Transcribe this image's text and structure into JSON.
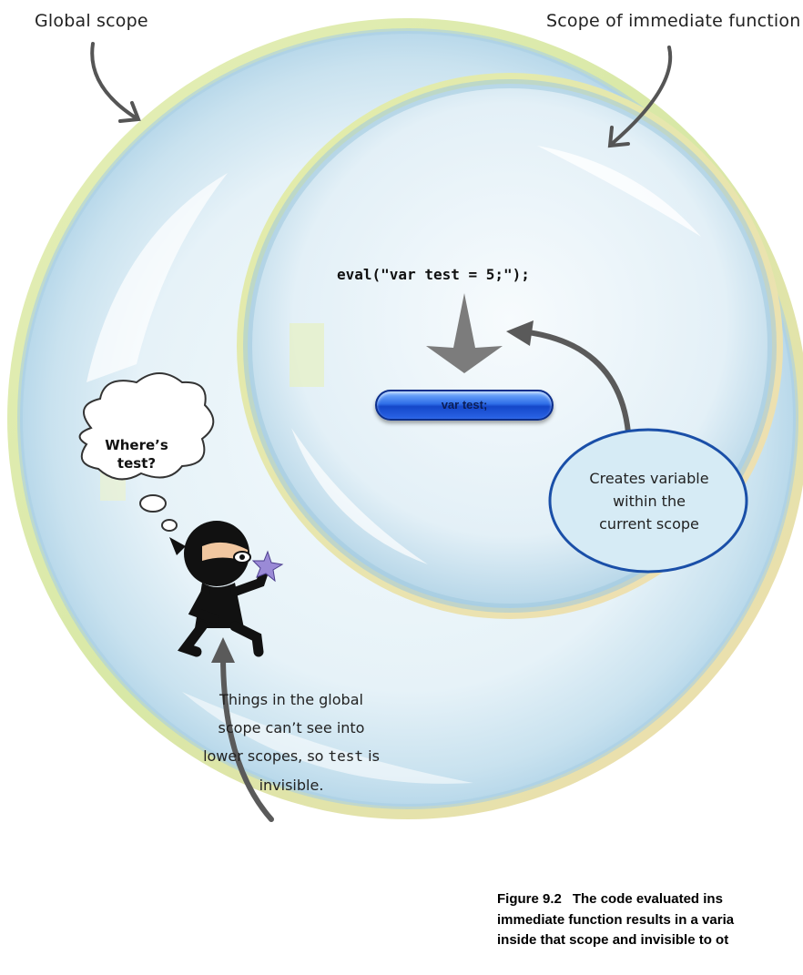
{
  "labels": {
    "global_scope": "Global scope",
    "immediate_scope": "Scope of immediate function"
  },
  "code": {
    "statement": "eval(\"var test = 5;\");",
    "result": "var test;"
  },
  "thought_bubble": {
    "line1": "Where’s",
    "line2": "test?"
  },
  "callout": {
    "line1": "Creates variable",
    "line2": "within the",
    "line3": "current scope"
  },
  "bottom_note": {
    "line1": "Things in the global",
    "line2": "scope can’t see into",
    "line3_pre": "lower scopes, so ",
    "line3_code": "test",
    "line3_post": " is",
    "line4": "invisible."
  },
  "caption": {
    "figure_number": "Figure 9.2",
    "line1": "The code evaluated ins",
    "line2": "immediate function results in a varia",
    "line3": "inside that scope and invisible to ot"
  },
  "colors": {
    "outer_ring": "#d9e8a8",
    "bubble_fill": "#cfe6f3",
    "pill_blue": "#2f6fe8",
    "arrow_gray": "#5a5a5a",
    "callout_border": "#1a4fa8"
  }
}
